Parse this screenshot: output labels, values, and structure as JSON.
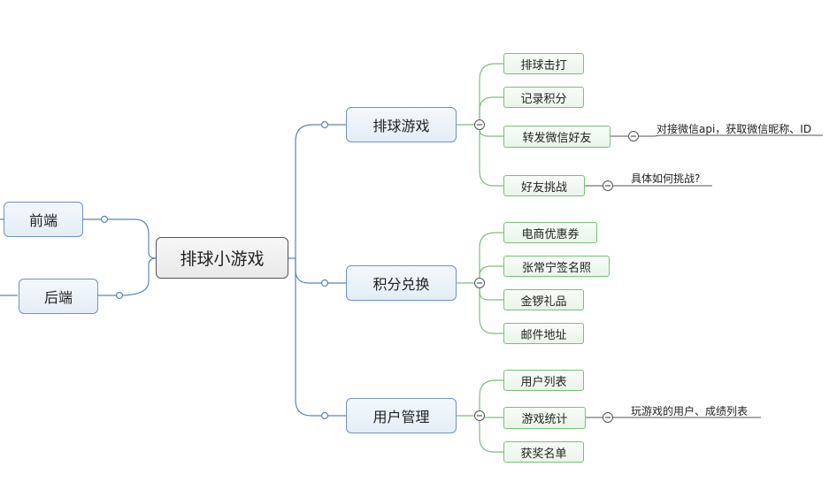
{
  "central": {
    "label": "排球小游戏"
  },
  "left_branches": [
    {
      "label": "前端"
    },
    {
      "label": "后端"
    }
  ],
  "branches": [
    {
      "label": "排球游戏",
      "children": [
        {
          "label": "排球击打"
        },
        {
          "label": "记录积分"
        },
        {
          "label": "转发微信好友",
          "note": "对接微信api，获取微信昵称、ID"
        },
        {
          "label": "好友挑战",
          "note": "具体如何挑战?"
        }
      ]
    },
    {
      "label": "积分兑换",
      "children": [
        {
          "label": "电商优惠券"
        },
        {
          "label": "张常宁签名照"
        },
        {
          "label": "金锣礼品"
        },
        {
          "label": "邮件地址"
        }
      ]
    },
    {
      "label": "用户管理",
      "children": [
        {
          "label": "用户列表"
        },
        {
          "label": "游戏统计",
          "note": "玩游戏的用户、成绩列表"
        },
        {
          "label": "获奖名单"
        }
      ]
    }
  ],
  "colors": {
    "blue_line": "#5b86be",
    "green_line": "#7cbf7c",
    "note_line": "#555555"
  }
}
